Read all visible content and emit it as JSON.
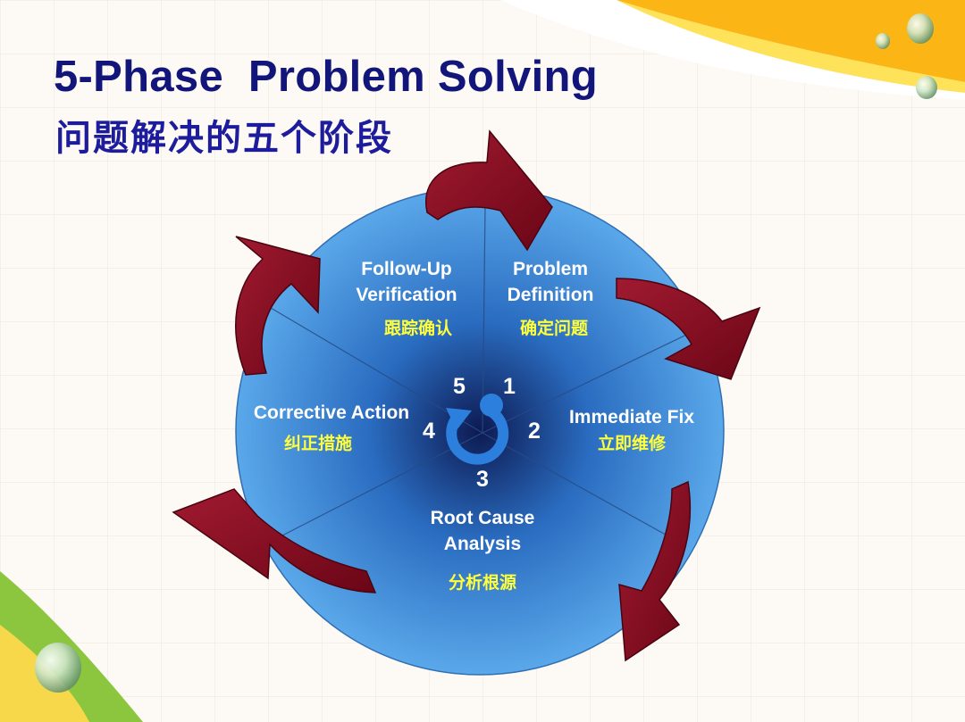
{
  "title": "5-Phase  Problem Solving",
  "subtitle": "问题解决的五个阶段",
  "colors": {
    "circle": "#5aa8ea",
    "circle_center": "#0d1a52",
    "arrows": "#7a0a1c",
    "title": "#12167a",
    "english_labels": "#ffffff",
    "chinese_labels": "#ffff3c"
  },
  "phases": [
    {
      "number": "1",
      "label_line1": "Problem",
      "label_line2": "Definition",
      "label_zh": "确定问题"
    },
    {
      "number": "2",
      "label_line1": "Immediate Fix",
      "label_line2": "",
      "label_zh": "立即维修"
    },
    {
      "number": "3",
      "label_line1": "Root Cause",
      "label_line2": "Analysis",
      "label_zh": "分析根源"
    },
    {
      "number": "4",
      "label_line1": "Corrective Action",
      "label_line2": "",
      "label_zh": "纠正措施"
    },
    {
      "number": "5",
      "label_line1": "Follow-Up",
      "label_line2": "Verification",
      "label_zh": "跟踪确认"
    }
  ],
  "center_icon": "circular-arrow-cycle-icon",
  "decorations": [
    "water-drop-icon",
    "water-drop-icon",
    "water-drop-icon",
    "water-drop-icon"
  ]
}
